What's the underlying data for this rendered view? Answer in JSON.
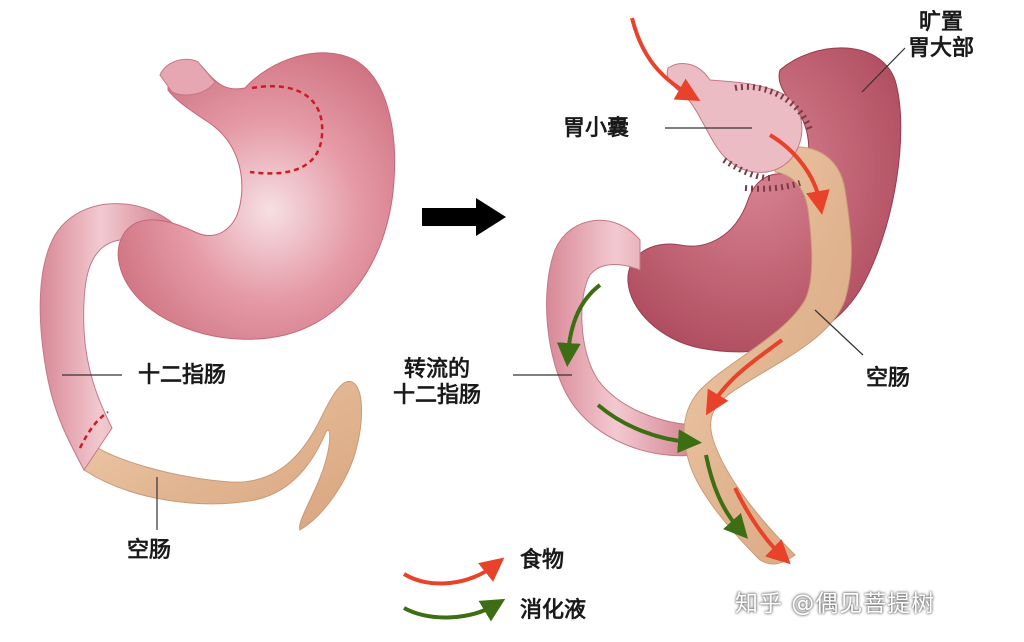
{
  "labels": {
    "duodenum_left": "十二指肠",
    "jejunum_left": "空肠",
    "gastric_pouch": "胃小囊",
    "excluded_stomach_line1": "旷置",
    "excluded_stomach_line2": "胃大部",
    "diverted_duodenum_line1": "转流的",
    "diverted_duodenum_line2": "十二指肠",
    "jejunum_right": "空肠"
  },
  "legend": {
    "food": "食物",
    "digestive_juice": "消化液"
  },
  "watermark": "知乎 @偶见菩提树",
  "colors": {
    "food_arrow": "#e8432a",
    "digestive_arrow": "#3d6e14",
    "stomach": "#d9808e",
    "duodenum": "#e3a0aa",
    "jejunum": "#e5bc9b",
    "transition_arrow": "#000000",
    "cut_line": "#cc1b22"
  }
}
